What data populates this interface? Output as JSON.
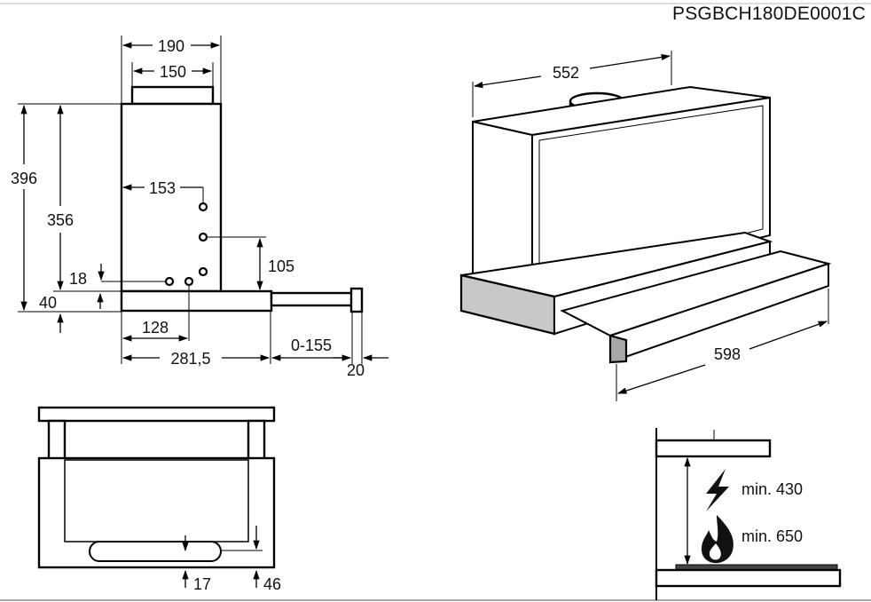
{
  "header": {
    "product_code": "PSGBCH180DE0001C"
  },
  "side_view": {
    "width_top": "190",
    "width_outlet": "150",
    "height_total": "396",
    "height_body": "356",
    "hole_from_wall": "153",
    "hole_height": "105",
    "hole_bottom": "18",
    "bottom_offset": "40",
    "hole_depth": "128",
    "depth": "281,5",
    "extension": "0-155",
    "front_thickness": "20"
  },
  "iso_view": {
    "depth": "552",
    "width": "598"
  },
  "front_view": {
    "dim_a": "17",
    "dim_b": "46"
  },
  "clearance": {
    "electric_label": "min. 430",
    "gas_label": "min. 650"
  }
}
